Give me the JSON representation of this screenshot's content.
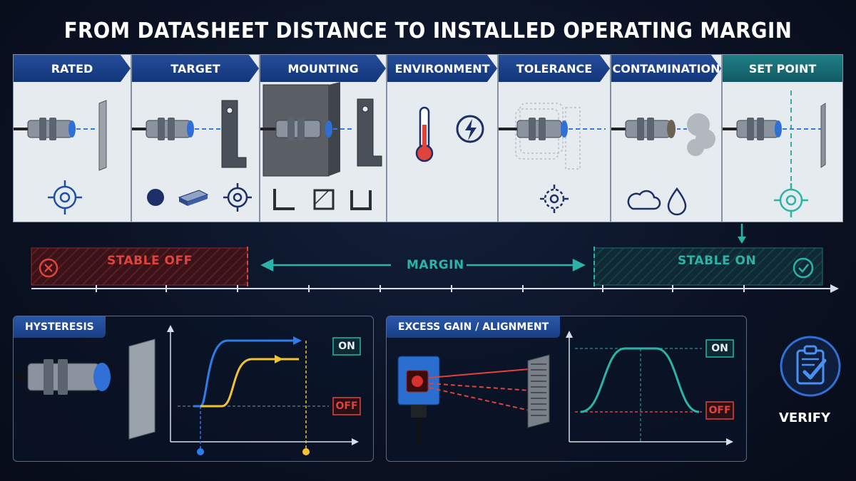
{
  "title": "FROM DATASHEET DISTANCE TO INSTALLED OPERATING MARGIN",
  "stages": [
    {
      "label": "RATED"
    },
    {
      "label": "TARGET"
    },
    {
      "label": "MOUNTING"
    },
    {
      "label": "ENVIRONMENT"
    },
    {
      "label": "TOLERANCE"
    },
    {
      "label": "CONTAMINATION"
    },
    {
      "label": "SET POINT"
    }
  ],
  "band": {
    "stable_off": "STABLE OFF",
    "margin": "MARGIN",
    "stable_on": "STABLE ON"
  },
  "hysteresis": {
    "tag": "HYSTERESIS",
    "on": "ON",
    "off": "OFF"
  },
  "gain": {
    "tag": "EXCESS GAIN / ALIGNMENT",
    "on": "ON",
    "off": "OFF"
  },
  "verify": {
    "label": "VERIFY"
  },
  "colors": {
    "header_blue": "#1a3f88",
    "teal": "#2bb3a8",
    "red": "#e0433c",
    "yellow": "#f2c230",
    "blue_line": "#2f7bea"
  }
}
